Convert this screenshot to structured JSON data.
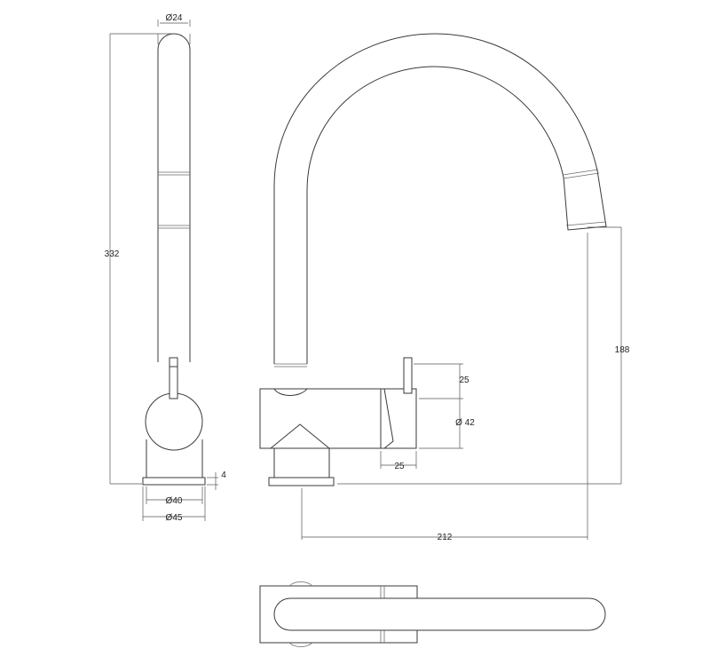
{
  "dimensions": {
    "spout_diameter": "Ø24",
    "total_height": "332",
    "base_height": "4",
    "base_inner_diameter": "Ø40",
    "base_outer_diameter": "Ø45",
    "outlet_height": "188",
    "lever_height": "25",
    "body_diameter": "Ø 42",
    "lever_offset": "25",
    "spout_reach": "212"
  },
  "colors": {
    "line": "#3a3a3a",
    "dimension": "#555555",
    "background": "#ffffff"
  }
}
